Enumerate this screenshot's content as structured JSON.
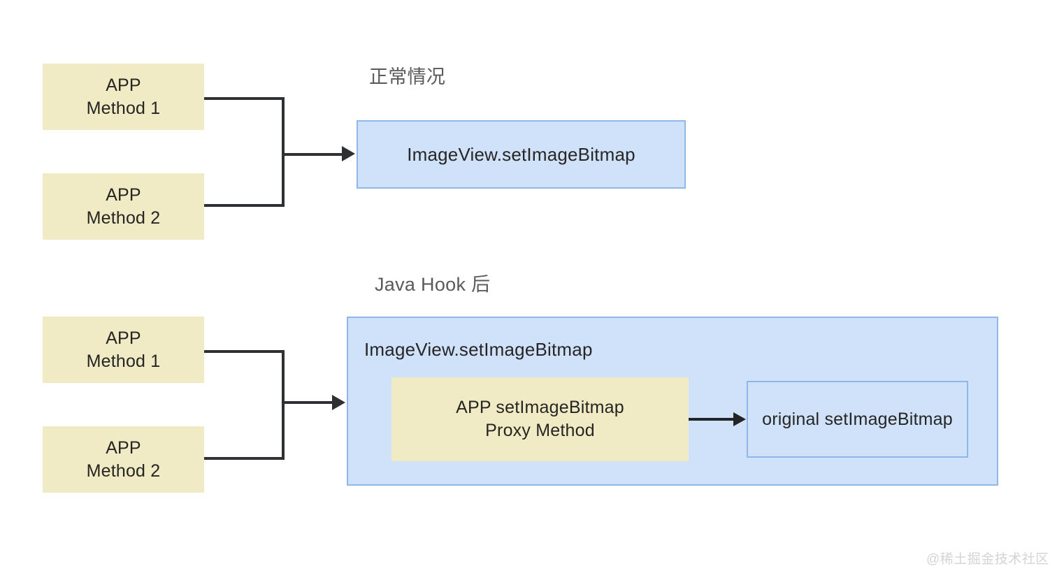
{
  "diagram": {
    "title_normal": "正常情况",
    "title_hooked": "Java Hook 后",
    "sections": {
      "normal": {
        "caption": "正常情况",
        "callers": [
          {
            "line1": "APP",
            "line2": "Method 1"
          },
          {
            "line1": "APP",
            "line2": "Method 2"
          }
        ],
        "target": "ImageView.setImageBitmap"
      },
      "hooked": {
        "caption": "Java Hook 后",
        "callers": [
          {
            "line1": "APP",
            "line2": "Method 1"
          },
          {
            "line1": "APP",
            "line2": "Method 2"
          }
        ],
        "container_title": "ImageView.setImageBitmap",
        "proxy": {
          "line1": "APP setImageBitmap",
          "line2": "Proxy Method"
        },
        "original": {
          "line1": "original",
          "line2": "setImageBitmap"
        }
      }
    }
  },
  "watermark": "@稀土掘金技术社区",
  "colors": {
    "background": "#FFFFFF",
    "yellow_fill": "#F0EBC5",
    "blue_fill": "#D0E1FA",
    "blue_stroke": "#8FB8E8",
    "connector": "#2F3033",
    "caption_text": "#5A5A5A",
    "body_text": "#262626",
    "watermark_text": "#D4D4D4"
  }
}
